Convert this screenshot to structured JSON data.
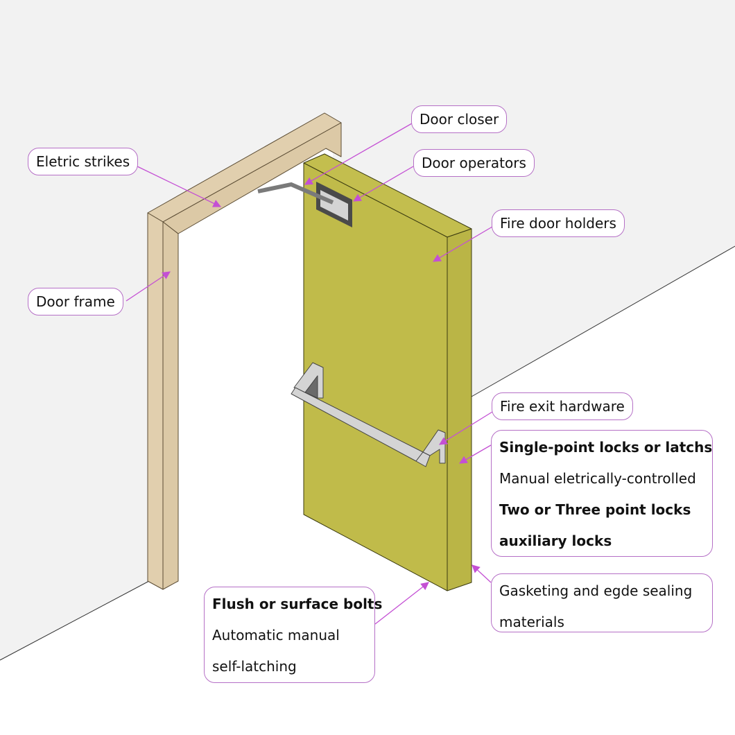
{
  "colors": {
    "wall": "#f2f2f2",
    "frame": "#e1cfae",
    "door": "#c0bb4a",
    "door_side": "#b9b445",
    "label_border": "#b56fc6",
    "arrow": "#c450d4",
    "hardware": "#d4d4d4",
    "operator": "#4a4a4a"
  },
  "labels": {
    "door_closer": "Door closer",
    "door_operators": "Door operators",
    "fire_door_holders": "Fire door holders",
    "electric_strikes": "Eletric strikes",
    "door_frame": "Door frame",
    "fire_exit_hardware": "Fire exit hardware",
    "locks": {
      "line1": "Single-point locks or latchs",
      "line2": "Manual eletrically-controlled",
      "line3": "Two or Three point locks",
      "line4": "auxiliary locks"
    },
    "gasketing": {
      "line1": "Gasketing and egde sealing",
      "line2": "materials"
    },
    "bolts": {
      "line1": "Flush or surface bolts",
      "line2": "Automatic manual",
      "line3": "self-latching"
    }
  }
}
